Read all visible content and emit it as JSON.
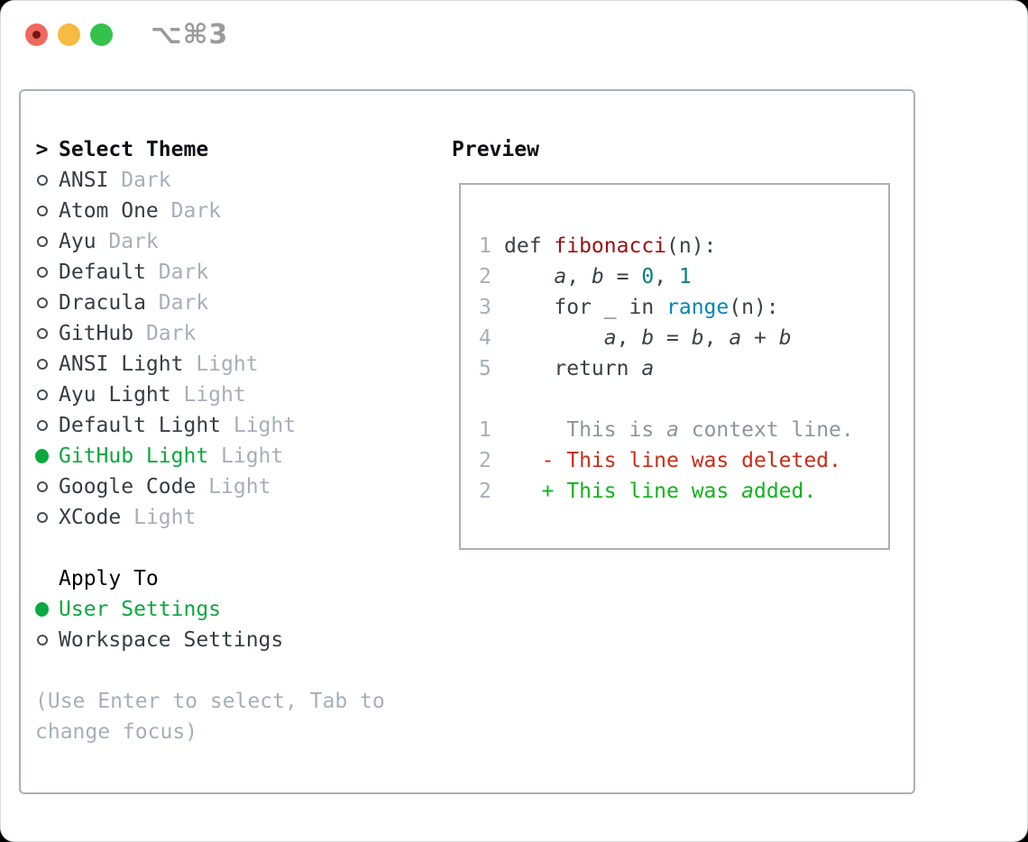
{
  "window": {
    "shortcut_label": "⌥⌘3"
  },
  "colors": {
    "selected_green": "#0aa83e",
    "diff_added_green": "#10b41c",
    "diff_deleted_red": "#c92d17",
    "diff_context_gray": "#8e959d",
    "function_name_red": "#991111",
    "number_literal_teal": "#008080",
    "builtin_blue": "#0086b3",
    "muted_gray": "#a8aeb9",
    "panel_border_gray": "#a9b1ba",
    "traffic_red": "#f0695e",
    "traffic_yellow": "#f6bb40",
    "traffic_green": "#33c24c"
  },
  "theme_picker": {
    "header_prefix": ">",
    "header": "Select Theme",
    "themes": [
      {
        "name": "ANSI",
        "variant": "Dark",
        "selected": false
      },
      {
        "name": "Atom One",
        "variant": "Dark",
        "selected": false
      },
      {
        "name": "Ayu",
        "variant": "Dark",
        "selected": false
      },
      {
        "name": "Default",
        "variant": "Dark",
        "selected": false
      },
      {
        "name": "Dracula",
        "variant": "Dark",
        "selected": false
      },
      {
        "name": "GitHub",
        "variant": "Dark",
        "selected": false
      },
      {
        "name": "ANSI Light",
        "variant": "Light",
        "selected": false
      },
      {
        "name": "Ayu Light",
        "variant": "Light",
        "selected": false
      },
      {
        "name": "Default Light",
        "variant": "Light",
        "selected": false
      },
      {
        "name": "GitHub Light",
        "variant": "Light",
        "selected": true
      },
      {
        "name": "Google Code",
        "variant": "Light",
        "selected": false
      },
      {
        "name": "XCode",
        "variant": "Light",
        "selected": false
      }
    ],
    "apply_to": {
      "header": "Apply To",
      "options": [
        {
          "label": "User Settings",
          "selected": true
        },
        {
          "label": "Workspace Settings",
          "selected": false
        }
      ]
    },
    "hint_lines": [
      "(Use Enter to select, Tab to",
      "change focus)"
    ]
  },
  "preview": {
    "header": "Preview",
    "lines": [
      {
        "num": "1",
        "segs": [
          {
            "t": "def ",
            "c": "d"
          },
          {
            "t": "fibonacci",
            "c": "fn"
          },
          {
            "t": "(n):",
            "c": "d"
          }
        ]
      },
      {
        "num": "2",
        "segs": [
          {
            "t": "    ",
            "c": "d"
          },
          {
            "t": "a",
            "c": "d",
            "i": true
          },
          {
            "t": ", ",
            "c": "d"
          },
          {
            "t": "b",
            "c": "d",
            "i": true
          },
          {
            "t": " = ",
            "c": "d"
          },
          {
            "t": "0",
            "c": "num"
          },
          {
            "t": ", ",
            "c": "d"
          },
          {
            "t": "1",
            "c": "num"
          }
        ]
      },
      {
        "num": "3",
        "segs": [
          {
            "t": "    for _ in ",
            "c": "d"
          },
          {
            "t": "range",
            "c": "bi"
          },
          {
            "t": "(n):",
            "c": "d"
          }
        ]
      },
      {
        "num": "4",
        "segs": [
          {
            "t": "        ",
            "c": "d"
          },
          {
            "t": "a",
            "c": "d",
            "i": true
          },
          {
            "t": ", ",
            "c": "d"
          },
          {
            "t": "b",
            "c": "d",
            "i": true
          },
          {
            "t": " = ",
            "c": "d"
          },
          {
            "t": "b",
            "c": "d",
            "i": true
          },
          {
            "t": ", ",
            "c": "d"
          },
          {
            "t": "a",
            "c": "d",
            "i": true
          },
          {
            "t": " + ",
            "c": "d"
          },
          {
            "t": "b",
            "c": "d",
            "i": true
          }
        ]
      },
      {
        "num": "5",
        "segs": [
          {
            "t": "    return ",
            "c": "d"
          },
          {
            "t": "a",
            "c": "d",
            "i": true
          }
        ]
      },
      null,
      {
        "num": "1",
        "segs": [
          {
            "t": "     This is ",
            "c": "ctx"
          },
          {
            "t": "a",
            "c": "ctx",
            "i": true
          },
          {
            "t": " context line.",
            "c": "ctx"
          }
        ]
      },
      {
        "num": "2",
        "segs": [
          {
            "t": "   - This line was deleted.",
            "c": "del"
          }
        ]
      },
      {
        "num": "2",
        "segs": [
          {
            "t": "   + This line was ",
            "c": "add"
          },
          {
            "t": "a",
            "c": "add",
            "i": true
          },
          {
            "t": "dded.",
            "c": "add"
          }
        ]
      }
    ]
  }
}
